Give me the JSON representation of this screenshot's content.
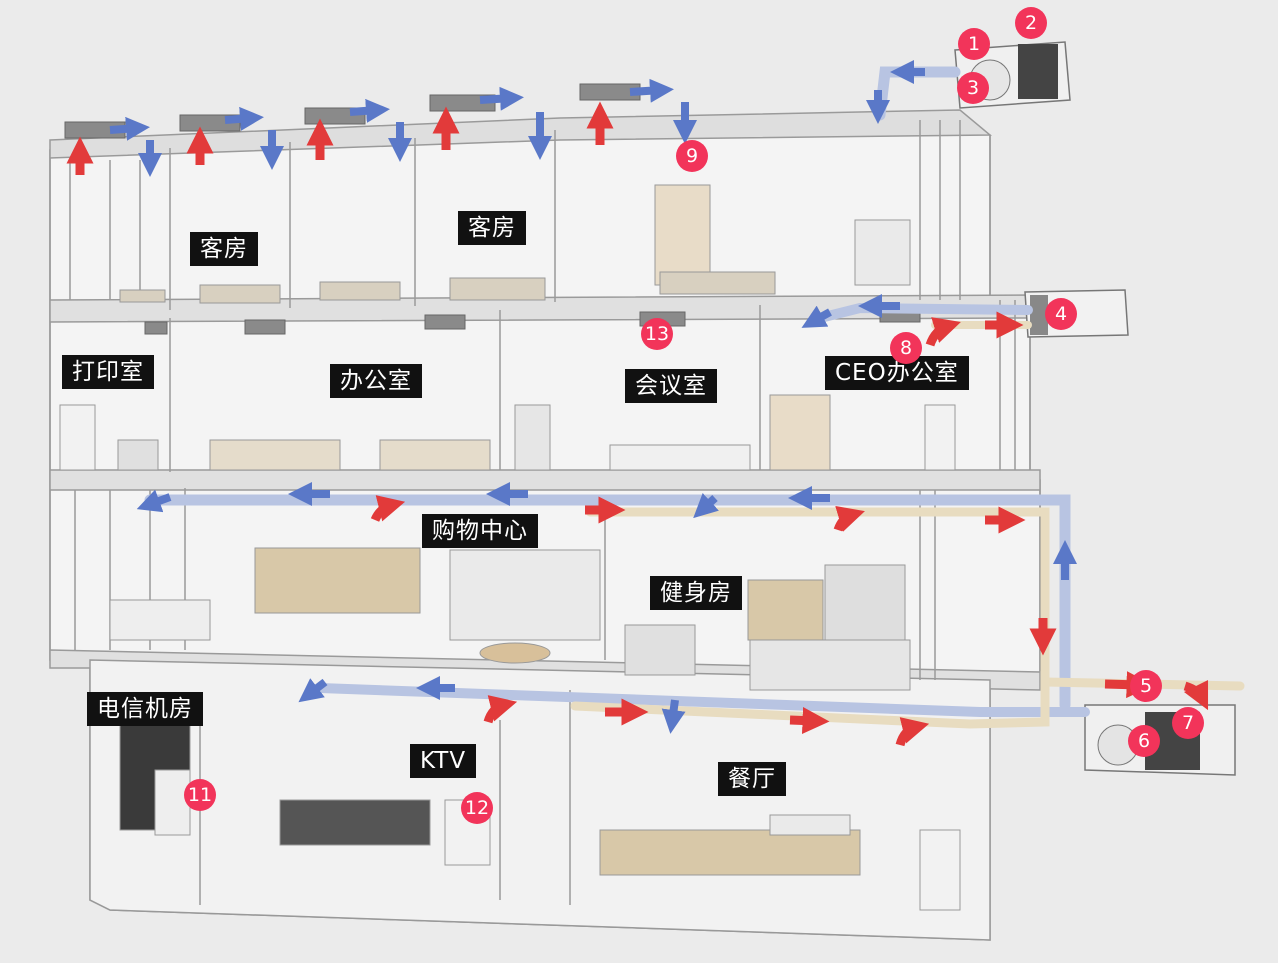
{
  "rooms": {
    "guest_room_1": "客房",
    "guest_room_2": "客房",
    "print_room": "打印室",
    "office": "办公室",
    "meeting_room": "会议室",
    "ceo_office": "CEO办公室",
    "shopping_mall": "购物中心",
    "gym": "健身房",
    "telecom_room": "电信机房",
    "ktv": "KTV",
    "restaurant": "餐厅"
  },
  "markers": [
    "1",
    "2",
    "3",
    "4",
    "5",
    "6",
    "7",
    "8",
    "9",
    "11",
    "12",
    "13"
  ],
  "colors": {
    "supply_air": "#e23a3a",
    "return_air": "#5a78c8",
    "duct_supply": "#e8dcc0",
    "duct_return": "#b8c4e2",
    "marker": "#f2345a",
    "label_bg": "#111111"
  }
}
